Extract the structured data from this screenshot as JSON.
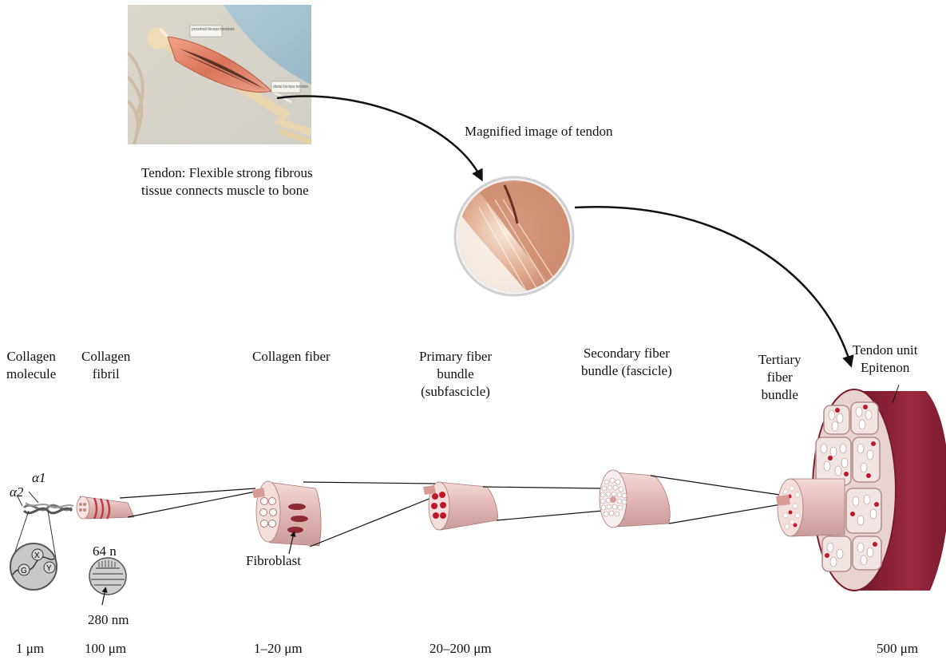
{
  "photo": {
    "callouts": {
      "proximal": "proximal biceps tendons",
      "distal": "distal biceps tendon"
    }
  },
  "intro": {
    "tendon_caption_line1": "Tendon: Flexible strong fibrous",
    "tendon_caption_line2": "tissue connects muscle to bone",
    "magnified_label": "Magnified image of tendon"
  },
  "hierarchy": [
    {
      "id": "molecule",
      "label_lines": [
        "Collagen",
        "molecule"
      ],
      "scale": "1 μm"
    },
    {
      "id": "fibril",
      "label_lines": [
        "Collagen",
        "fibril"
      ],
      "scale": "100 μm"
    },
    {
      "id": "fiber",
      "label_lines": [
        "Collagen fiber"
      ],
      "scale": "1–20 μm"
    },
    {
      "id": "primary",
      "label_lines": [
        "Primary fiber",
        "bundle",
        "(subfascicle)"
      ],
      "scale": "20–200 μm"
    },
    {
      "id": "secondary",
      "label_lines": [
        "Secondary fiber",
        "bundle (fascicle)"
      ],
      "scale": ""
    },
    {
      "id": "tertiary",
      "label_lines": [
        "Tertiary",
        "fiber",
        "bundle"
      ],
      "scale": ""
    },
    {
      "id": "unit",
      "label_lines": [
        "Tendon unit",
        "Epitenon"
      ],
      "scale": "500 μm"
    }
  ],
  "molecule_annotations": {
    "alpha1": "α1",
    "alpha2": "α2",
    "glycine": "G",
    "x": "X",
    "y": "Y"
  },
  "fibril_annotations": {
    "period_label": "64 n",
    "diameter_label": "280 nm"
  },
  "fibroblast_label": "Fibroblast",
  "colors": {
    "tendon_pink": "#e8c2c0",
    "tendon_dark": "#8a1c33",
    "collagen_red": "#c0182a",
    "fibril_bands": "#c0394a",
    "arrow": "#111111"
  }
}
